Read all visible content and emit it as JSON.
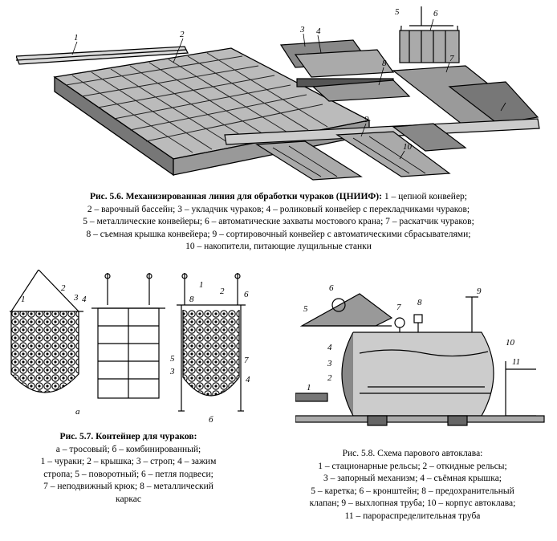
{
  "fig56": {
    "labels": [
      "1",
      "2",
      "3",
      "4",
      "5",
      "6",
      "7",
      "8",
      "9",
      "10"
    ],
    "caption_title": "Рис. 5.6. Механизированная линия для обработки чураков (ЦНИИФ):",
    "caption_lines": [
      "1 – цепной конвейер;",
      "2 – варочный бассейн; 3 – укладчик чураков; 4 – роликовый конвейер с перекладчиками чураков;",
      "5 – металлические конвейеры; 6 – автоматические захваты мостового крана; 7 – раскатчик чураков;",
      "8 – съемная крышка конвейера; 9 – сортировочный конвейер с автоматическими сбрасывателями;",
      "10 – накопители, питающие лущильные станки"
    ]
  },
  "fig57": {
    "labels": [
      "1",
      "2",
      "3",
      "4",
      "a",
      "1",
      "2",
      "8",
      "5",
      "3",
      "7",
      "б",
      "4",
      "6"
    ],
    "caption_title": "Рис. 5.7. Контейнер для чураков:",
    "caption_lines": [
      "а – тросовый; б – комбинированный;",
      "1 – чураки; 2 – крышка; 3 – строп; 4 – зажим",
      "стропа; 5 – поворотный; 6 – петля подвеси;",
      "7 – неподвижный крюк; 8 – металлический",
      "каркас"
    ]
  },
  "fig58": {
    "labels": [
      "6",
      "5",
      "7",
      "8",
      "9",
      "4",
      "3",
      "2",
      "1",
      "10",
      "11"
    ],
    "caption_title": "Рис. 5.8. Схема парового автоклава:",
    "caption_lines": [
      "1 – стационарные рельсы; 2 – откидные рельсы;",
      "3 – запорный механизм; 4 – съёмная крышка;",
      "5 – каретка; 6 – кронштейн; 8 – предохранительный",
      "клапан; 9 – выхлопная труба; 10 – корпус автоклава;",
      "11 – парораспределительная труба"
    ]
  }
}
